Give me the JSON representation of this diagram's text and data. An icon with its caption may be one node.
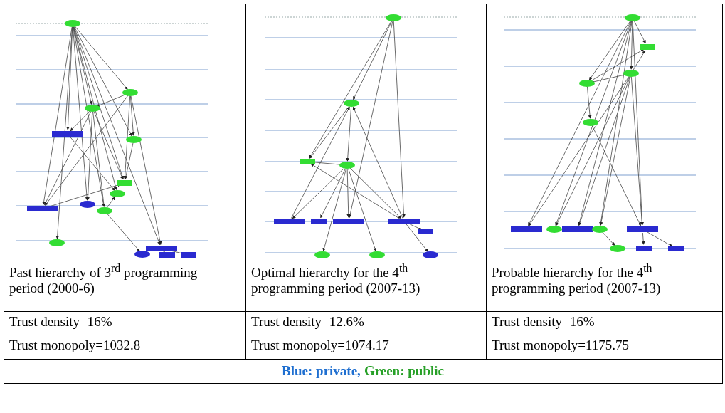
{
  "diagram": {
    "labels": [
      "Past hierarchy of 3$^{rd}$ programming period (2000-6)",
      "Optimal hierarchy for the 4$^{th}$ programming period (2007-13)",
      "Probable hierarchy for the 4$^{th}$ programming period (2007-13)",
      "Trust density=16%",
      "Trust density=12.6%",
      "Trust density=16%",
      "Trust monopoly=1032.8",
      "Trust monopoly=1074.17",
      "Trust monopoly=1175.75"
    ],
    "legend": [
      {
        "text": "Blue: private,",
        "color": "#1f6fd0"
      },
      {
        "text": "Green: public",
        "color": "#27a027"
      }
    ]
  }
}
